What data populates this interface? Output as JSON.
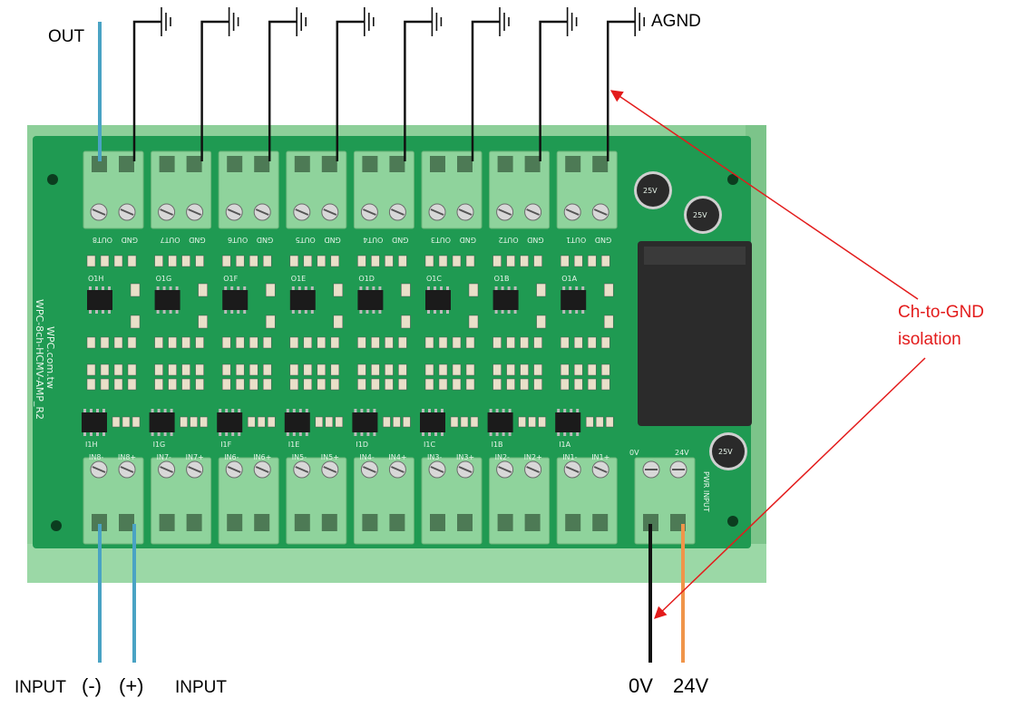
{
  "labels": {
    "out": "OUT",
    "agnd": "AGND",
    "input_left": "INPUT",
    "minus": "(-)",
    "plus": "(+)",
    "input_right": "INPUT",
    "zero_v": "0V",
    "v24": "24V",
    "callout_line1": "Ch-to-GND",
    "callout_line2": "isolation"
  },
  "board": {
    "brand": "WPC.com.tw",
    "model": "WPC-8ch-HCMV-AMP_R2",
    "pwr_label": "PWR INPUT",
    "pwr_0v": "0V",
    "pwr_24v": "24V",
    "cap_text": "25V",
    "channels": [
      {
        "out": "OUT8",
        "gnd": "GND",
        "in_minus": "IN8-",
        "in_plus": "IN8+",
        "ic": "O1H",
        "ic2": "I1H"
      },
      {
        "out": "OUT7",
        "gnd": "GND",
        "in_minus": "IN7-",
        "in_plus": "IN7+",
        "ic": "O1G",
        "ic2": "I1G"
      },
      {
        "out": "OUT6",
        "gnd": "GND",
        "in_minus": "IN6-",
        "in_plus": "IN6+",
        "ic": "O1F",
        "ic2": "I1F"
      },
      {
        "out": "OUT5",
        "gnd": "GND",
        "in_minus": "IN5-",
        "in_plus": "IN5+",
        "ic": "O1E",
        "ic2": "I1E"
      },
      {
        "out": "OUT4",
        "gnd": "GND",
        "in_minus": "IN4-",
        "in_plus": "IN4+",
        "ic": "O1D",
        "ic2": "I1D"
      },
      {
        "out": "OUT3",
        "gnd": "GND",
        "in_minus": "IN3-",
        "in_plus": "IN3+",
        "ic": "O1C",
        "ic2": "I1C"
      },
      {
        "out": "OUT2",
        "gnd": "GND",
        "in_minus": "IN2-",
        "in_plus": "IN2+",
        "ic": "O1B",
        "ic2": "I1B"
      },
      {
        "out": "OUT1",
        "gnd": "GND",
        "in_minus": "IN1-",
        "in_plus": "IN1+",
        "ic": "O1A",
        "ic2": "I1A"
      }
    ]
  },
  "colors": {
    "pcb": "#1f9a52",
    "pcb_dark": "#15803f",
    "rail": "#9bd8a6",
    "terminal": "#8fd39c",
    "wire_blue": "#4aa3c4",
    "wire_orange": "#f0954a",
    "wire_black": "#111111",
    "callout": "#e31b1b"
  }
}
